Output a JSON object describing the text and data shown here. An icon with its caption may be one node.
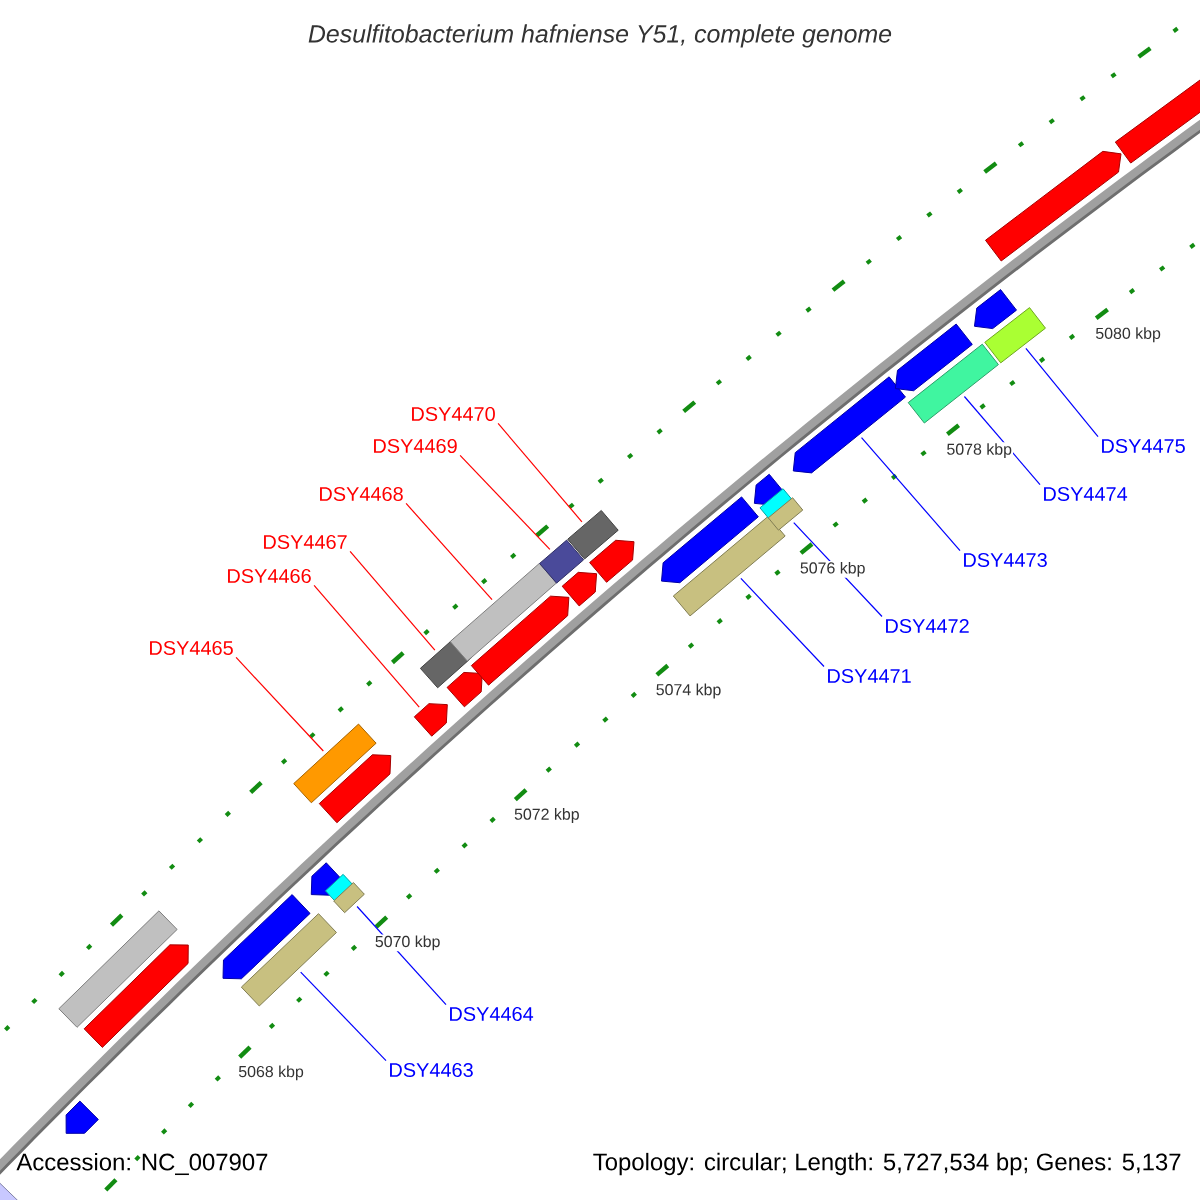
{
  "diagram": {
    "title": "Desulfitobacterium hafniense Y51, complete genome",
    "nodes": [
      {
        "text": [],
        "shape": "pentagon"
      },
      {
        "text": [],
        "shape": "pentagon"
      },
      {
        "text": [],
        "shape": "box"
      },
      {
        "text": [],
        "shape": "pentagon"
      },
      {
        "text": [],
        "shape": "pentagon"
      },
      {
        "text": [],
        "shape": "box"
      },
      {
        "text": [],
        "shape": "pentagon"
      },
      {
        "text": [],
        "shape": "box"
      },
      {
        "text": [],
        "shape": "box"
      },
      {
        "text": [],
        "shape": "pentagon"
      },
      {
        "text": [],
        "shape": "box"
      },
      {
        "text": [],
        "shape": "pentagon"
      },
      {
        "text": [],
        "shape": "box"
      },
      {
        "text": [],
        "shape": "pentagon"
      },
      {
        "text": [],
        "shape": "box"
      },
      {
        "text": [],
        "shape": "pentagon"
      },
      {
        "text": [],
        "shape": "box"
      },
      {
        "text": [],
        "shape": "pentagon"
      },
      {
        "text": [],
        "shape": "box"
      },
      {
        "text": [],
        "shape": "pentagon"
      },
      {
        "text": [],
        "shape": "pentagon"
      },
      {
        "text": [],
        "shape": "box"
      },
      {
        "text": [],
        "shape": "pentagon"
      },
      {
        "text": [],
        "shape": "box"
      },
      {
        "text": [],
        "shape": "box"
      },
      {
        "text": [],
        "shape": "pentagon"
      },
      {
        "text": [],
        "shape": "pentagon"
      },
      {
        "text": [],
        "shape": "box"
      },
      {
        "text": [],
        "shape": "pentagon"
      },
      {
        "text": [],
        "shape": "box"
      },
      {
        "text": [],
        "shape": "pentagon"
      },
      {
        "text": [],
        "shape": "pentagon"
      },
      {
        "text": [
          "DSY4470"
        ]
      },
      {
        "text": [
          "DSY4469"
        ]
      },
      {
        "text": [
          "DSY4475"
        ]
      },
      {
        "text": [
          "DSY4474"
        ]
      },
      {
        "text": [
          "DSY4468"
        ]
      },
      {
        "text": [
          "DSY4467"
        ]
      },
      {
        "text": [
          "DSY4473"
        ]
      },
      {
        "text": [
          "DSY4466"
        ]
      },
      {
        "text": [
          "DSY4472"
        ]
      },
      {
        "text": [
          "DSY4465"
        ]
      },
      {
        "text": [
          "DSY4471"
        ]
      },
      {
        "text": [
          "DSY4464"
        ]
      },
      {
        "text": [
          "DSY4463"
        ]
      }
    ],
    "edges": [
      {
        "from": 32,
        "to": 18,
        "arrow": "none",
        "color": "#ff0000"
      },
      {
        "from": 33,
        "to": 16,
        "arrow": "none",
        "color": "#ff0000"
      },
      {
        "from": 34,
        "to": 29,
        "arrow": "none"
      },
      {
        "from": 35,
        "to": 27,
        "arrow": "none"
      },
      {
        "from": 36,
        "to": 14,
        "arrow": "none",
        "color": "#ff0000"
      },
      {
        "from": 37,
        "to": 12,
        "arrow": "none",
        "color": "#ff0000"
      },
      {
        "from": 38,
        "to": 25,
        "arrow": "none"
      },
      {
        "from": 39,
        "to": 11,
        "arrow": "none",
        "color": "#ff0000"
      },
      {
        "from": 40,
        "to": 24,
        "arrow": "none"
      },
      {
        "from": 41,
        "to": 7,
        "arrow": "none",
        "color": "#ff0000"
      },
      {
        "from": 42,
        "to": 21,
        "arrow": "none"
      },
      {
        "from": 43,
        "to": 10,
        "arrow": "none"
      },
      {
        "from": 44,
        "to": 5,
        "arrow": "none"
      }
    ],
    "labels": [
      "5068 kbp",
      "5070 kbp",
      "5072 kbp",
      "5074 kbp",
      "5076 kbp",
      "5078 kbp",
      "5080 kbp",
      "Accession: NC_007907",
      "Topology: circular; Length: 5,727,534 bp; Genes: 5,137"
    ]
  }
}
